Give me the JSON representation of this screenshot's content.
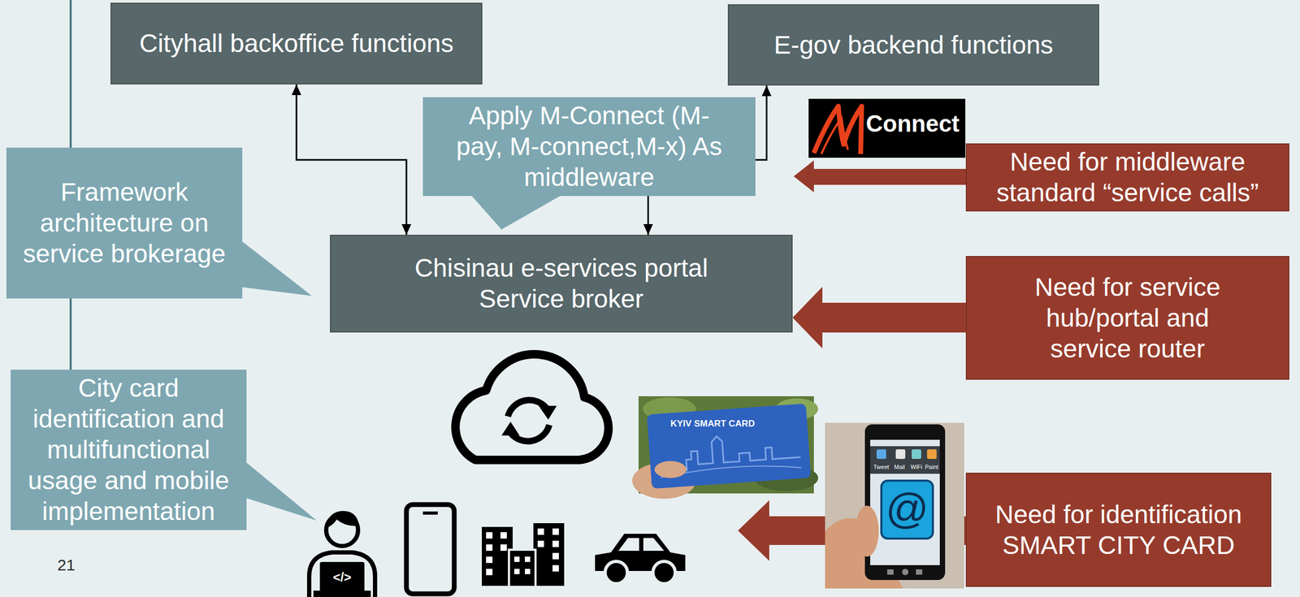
{
  "diagram": {
    "nodes": [
      {
        "text": [
          "Cityhall backoffice functions"
        ]
      },
      {
        "text": [
          "E-gov backend functions"
        ]
      },
      {
        "text": [
          "Apply M-Connect (M-pay, M-connect,M-x) As middleware"
        ]
      },
      {
        "text": [
          "Need for middleware standard “service calls”"
        ]
      },
      {
        "text": [
          "Framework architecture on service brokerage"
        ]
      },
      {
        "text": [
          "Chisinau e-services portal Service broker"
        ]
      },
      {
        "text": [
          "Need for service hub/portal and service router"
        ]
      },
      {
        "text": [
          "City card identification and multifunctional usage and mobile implementation"
        ]
      },
      {
        "text": [
          "Need for identification SMART CITY CARD"
        ]
      }
    ],
    "edges": [
      {
        "from": 0,
        "to": 5,
        "arrow": "both"
      },
      {
        "from": 2,
        "to": 5,
        "arrow": "to"
      },
      {
        "from": 2,
        "to": 1,
        "arrow": "to"
      },
      {
        "from": 6,
        "to": 5,
        "arrow": "to"
      }
    ],
    "labels": [
      "Connect",
      "KYIV SMART CARD",
      "Tweet",
      "Mail",
      "WiFi",
      "Paint",
      "@",
      "</>",
      "21"
    ]
  }
}
